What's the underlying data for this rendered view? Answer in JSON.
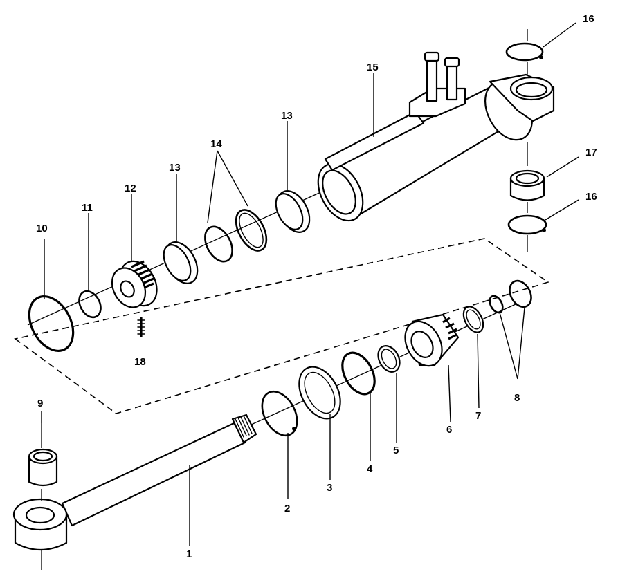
{
  "callouts": {
    "c1": "1",
    "c2": "2",
    "c3": "3",
    "c4": "4",
    "c5": "5",
    "c6": "6",
    "c7": "7",
    "c8": "8",
    "c9": "9",
    "c10": "10",
    "c11": "11",
    "c12": "12",
    "c13a": "13",
    "c13b": "13",
    "c14": "14",
    "c15": "15",
    "c16a": "16",
    "c16b": "16",
    "c17": "17",
    "c18": "18"
  }
}
